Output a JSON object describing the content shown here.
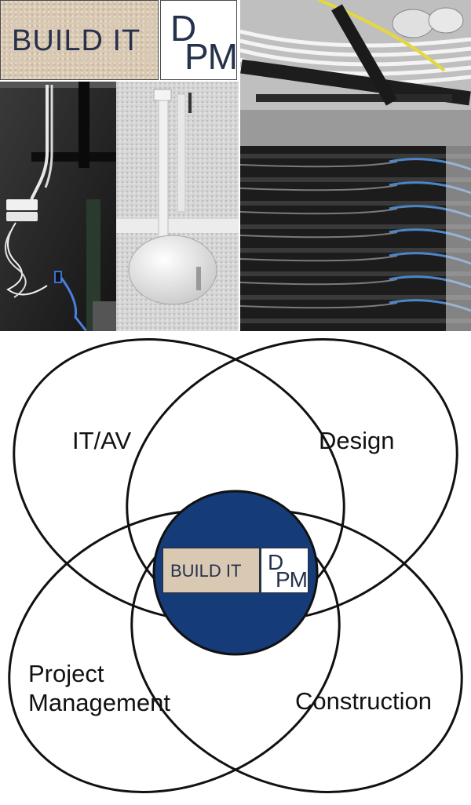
{
  "logo": {
    "name": "BUILD IT",
    "mark_d": "D",
    "mark_pm": "PM"
  },
  "photos": [
    {
      "subject": "wall-mounted network cabling"
    },
    {
      "subject": "ceiling wireless access point"
    },
    {
      "subject": "overhead cable tray"
    },
    {
      "subject": "patch panel with network cables"
    }
  ],
  "venn": {
    "labels": {
      "it_av": "IT/AV",
      "design": "Design",
      "project_management_line1": "Project",
      "project_management_line2": "Management",
      "construction": "Construction"
    },
    "center_logo": {
      "name": "BUILD IT",
      "mark_d": "D",
      "mark_pm": "PM"
    },
    "colors": {
      "center_fill": "#153b78",
      "outline": "#111111"
    }
  }
}
